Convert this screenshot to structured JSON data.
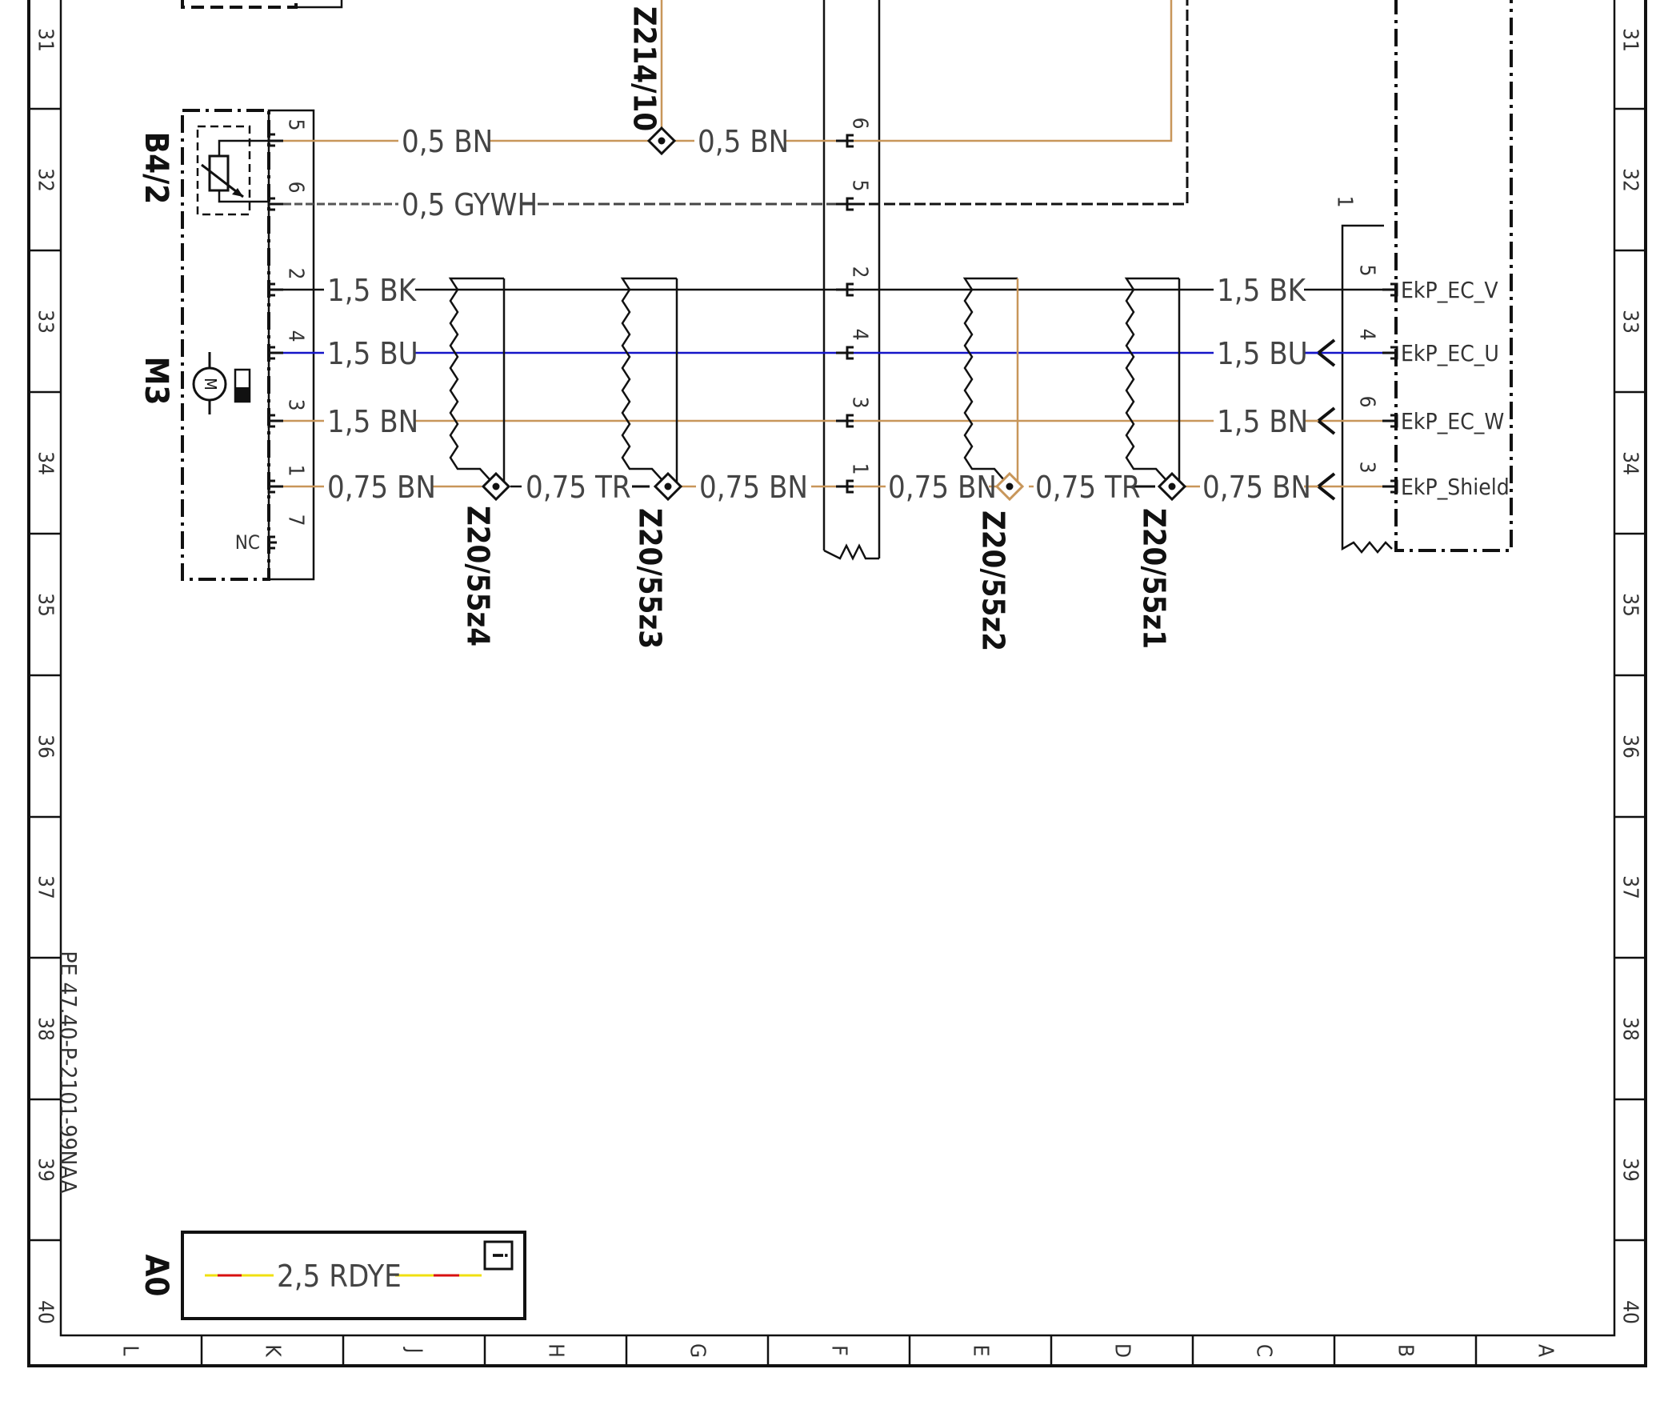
{
  "frame": {
    "row_numbers": [
      "31",
      "32",
      "33",
      "34",
      "35",
      "36",
      "37",
      "38",
      "39",
      "40"
    ],
    "column_letters": [
      "L",
      "K",
      "J",
      "H",
      "G",
      "F",
      "E",
      "D",
      "C",
      "B",
      "A"
    ],
    "document_id": "PE 47.40-P-2101-99NAA"
  },
  "colors": {
    "BN": "#c8965a",
    "BU": "#1414c8",
    "BK": "#111111",
    "GYWH": "#777777",
    "TR": "#111111",
    "RD": "#d81010",
    "YE": "#f0e010"
  },
  "components": {
    "b4_2": {
      "label": "B4/2",
      "icon": "potentiometer-sensor-icon"
    },
    "m3": {
      "label": "M3",
      "icon": "motor-icon"
    },
    "a0": {
      "label": "A0",
      "info_icon": "info-icon",
      "info_glyph": "i"
    },
    "right_module": {
      "pin_1": "1"
    },
    "right_harness_connector": {},
    "mid_harness_connector": {}
  },
  "left_connector": {
    "pins": [
      "5",
      "6",
      "2",
      "4",
      "3",
      "1",
      "7"
    ],
    "nc_label": "NC"
  },
  "mid_connector": {
    "pins": [
      "6",
      "5",
      "2",
      "4",
      "3",
      "1"
    ]
  },
  "right_connector": {
    "pins": [
      "5",
      "4",
      "6",
      "3"
    ],
    "signals": [
      "EkP_EC_V",
      "EkP_EC_U",
      "EkP_EC_W",
      "EkP_Shield"
    ]
  },
  "wire_labels": {
    "r1_left": "0,5 BN",
    "r1_mid": "0,5 BN",
    "r2_left": "0,5 GYWH",
    "r3_left": "1,5 BK",
    "r3_right": "1,5 BK",
    "r4_left": "1,5 BU",
    "r4_right": "1,5 BU",
    "r5_left": "1,5 BN",
    "r5_right": "1,5 BN",
    "r6_a": "0,75 BN",
    "r6_b": "0,75 TR",
    "r6_c": "0,75 BN",
    "r6_d": "0,75 BN",
    "r6_e": "0,75 TR",
    "r6_f": "0,75 BN"
  },
  "splices": {
    "z214_10": "Z214/10",
    "z20_55z4": "Z20/55z4",
    "z20_55z3": "Z20/55z3",
    "z20_55z2": "Z20/55z2",
    "z20_55z1": "Z20/55z1"
  },
  "legend": {
    "wire_label": "2,5 RDYE"
  }
}
